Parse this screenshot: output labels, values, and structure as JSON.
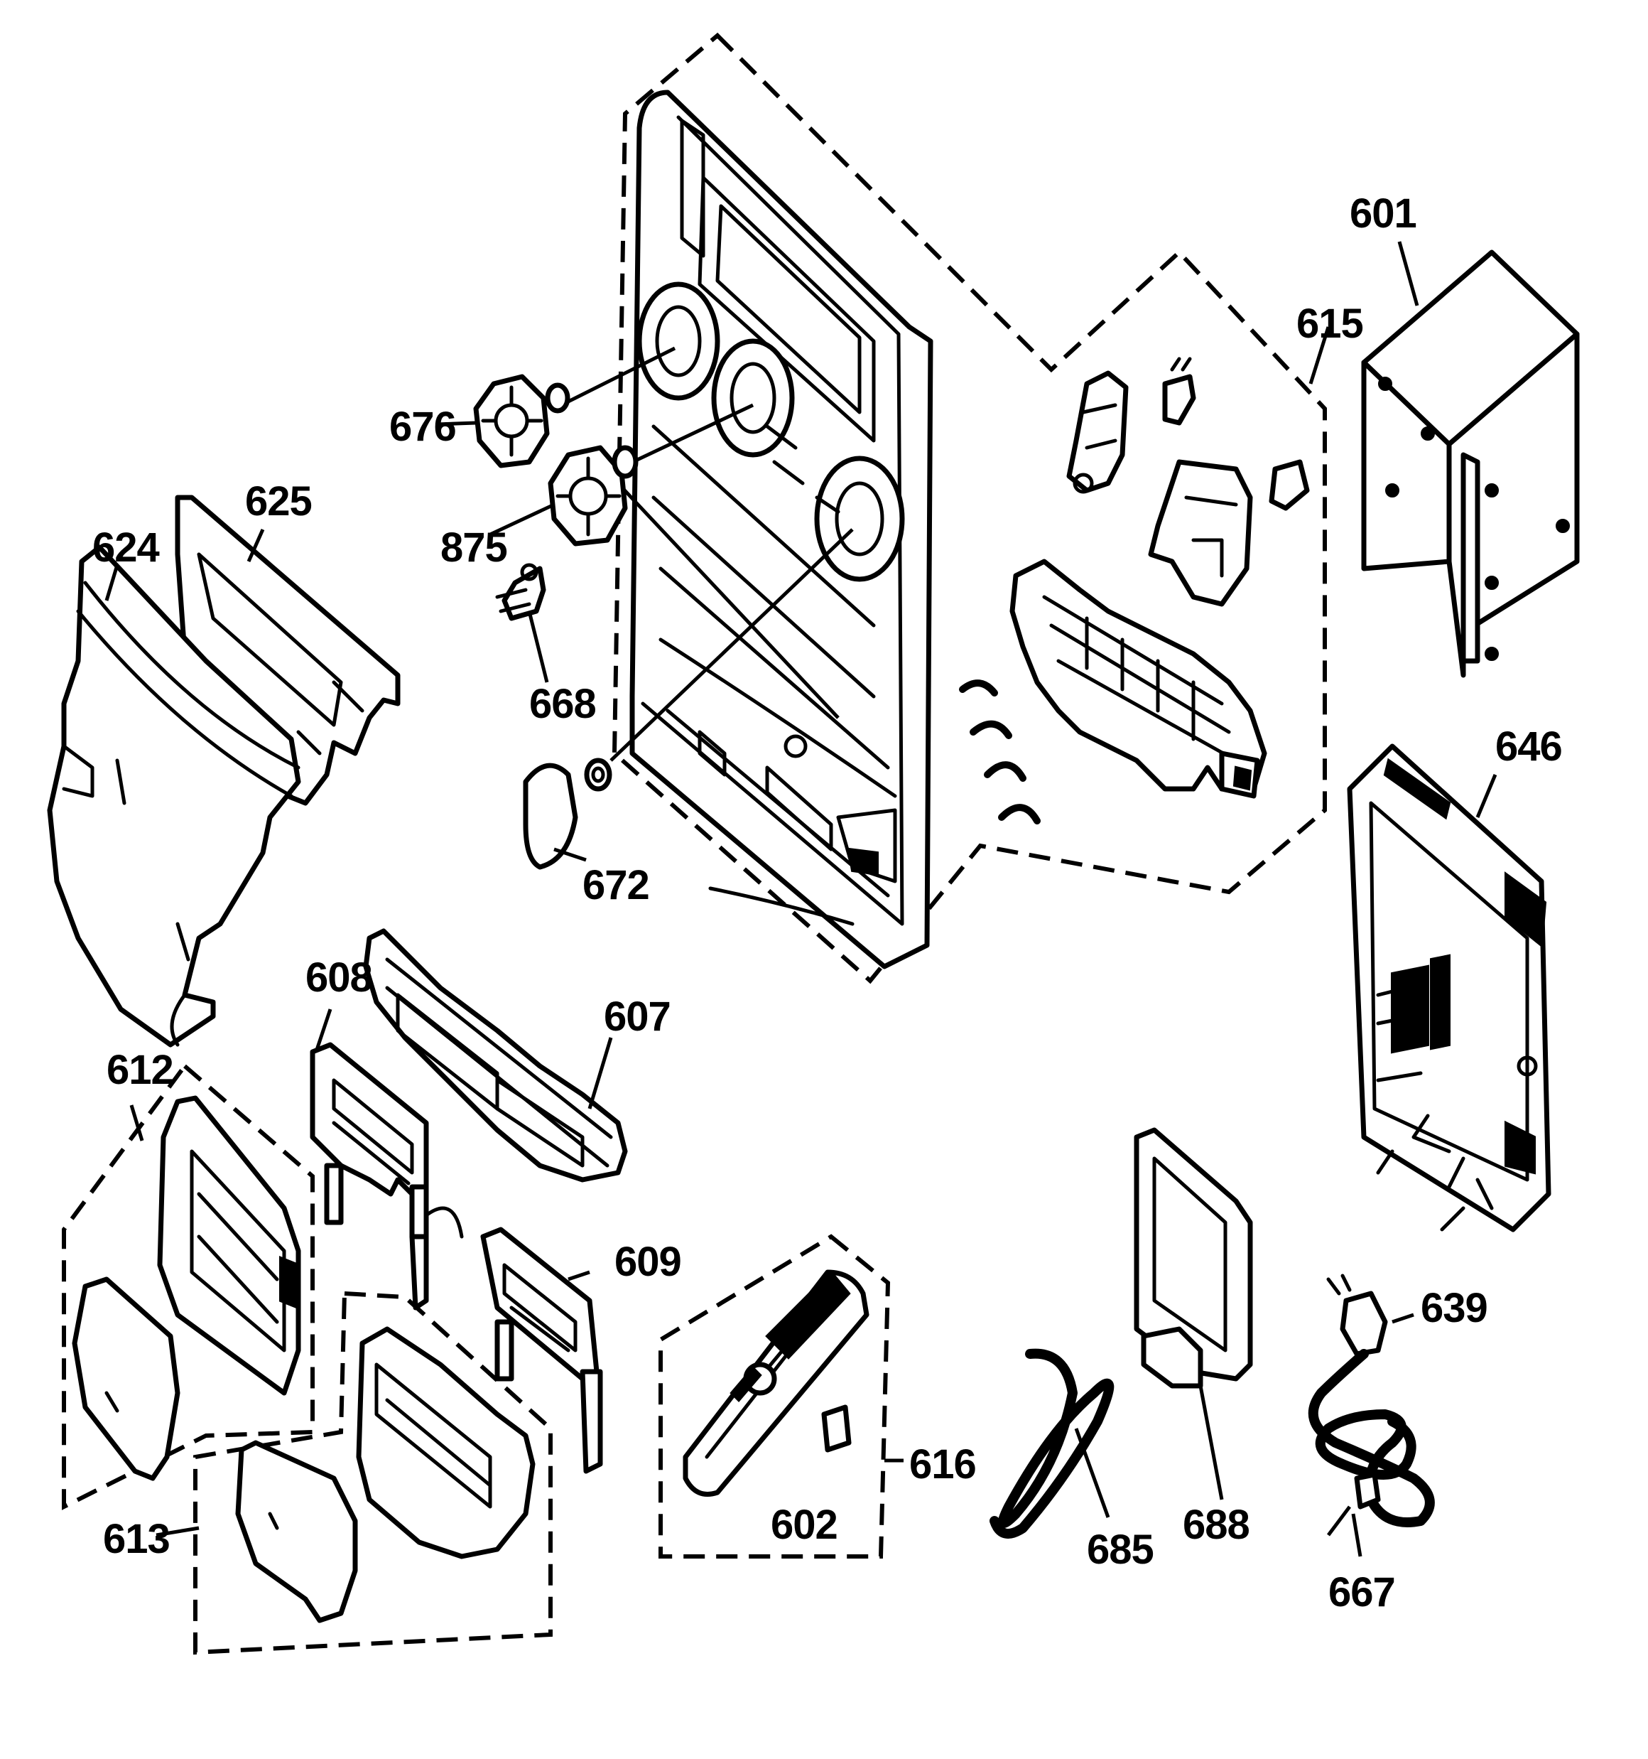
{
  "callouts": {
    "c601": "601",
    "c602": "602",
    "c607": "607",
    "c608": "608",
    "c609": "609",
    "c612": "612",
    "c613": "613",
    "c615": "615",
    "c616": "616",
    "c624": "624",
    "c625": "625",
    "c639": "639",
    "c646": "646",
    "c667": "667",
    "c668": "668",
    "c672": "672",
    "c676": "676",
    "c685": "685",
    "c688": "688",
    "c875": "875"
  }
}
